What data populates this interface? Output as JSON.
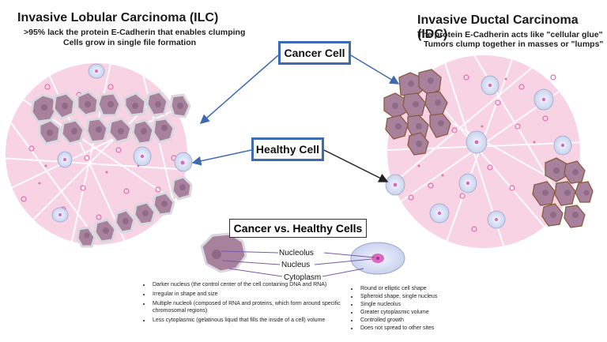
{
  "ilc": {
    "title": "Invasive Lobular Carcinoma (ILC)",
    "subtitle1": ">95% lack the protein E-Cadherin that enables clumping",
    "subtitle2": "Cells grow in single file formation"
  },
  "idc": {
    "title": "Invasive Ductal Carcinoma (IDC)",
    "subtitle1": "The protein E-Cadherin acts like \"cellular glue\"",
    "subtitle2": "Tumors clump together in masses or \"lumps\""
  },
  "callouts": {
    "cancer_cell": "Cancer Cell",
    "healthy_cell": "Healthy Cell"
  },
  "comparison": {
    "title": "Cancer vs. Healthy Cells",
    "labels": {
      "nucleolus": "Nucleolus",
      "nucleus": "Nucleus",
      "cytoplasm": "Cytoplasm"
    },
    "cancer_traits": [
      "Darker nucleus (the control center of the cell containing DNA and RNA)",
      "Irregular in shape and size",
      "Multiple nucleoli (composed of RNA and proteins, which form around specific chromosomal regions)",
      "Less cytoplasmic (gelatinous liquid that fills the inside of a cell) volume"
    ],
    "healthy_traits": [
      "Round or elliptic cell shape",
      "Spheroid shape, single nucleus",
      "Single nucleolus",
      "Greater cytoplasmic volume",
      "Controlled growth",
      "Does not spread to other sites"
    ]
  },
  "colors": {
    "tissue_pink": "#f7d3e3",
    "cancer_cell": "#a8819d",
    "healthy_nucleus": "#d86bbd",
    "callout_border": "#3d6bb3",
    "arrow": "#3d6bb3"
  }
}
